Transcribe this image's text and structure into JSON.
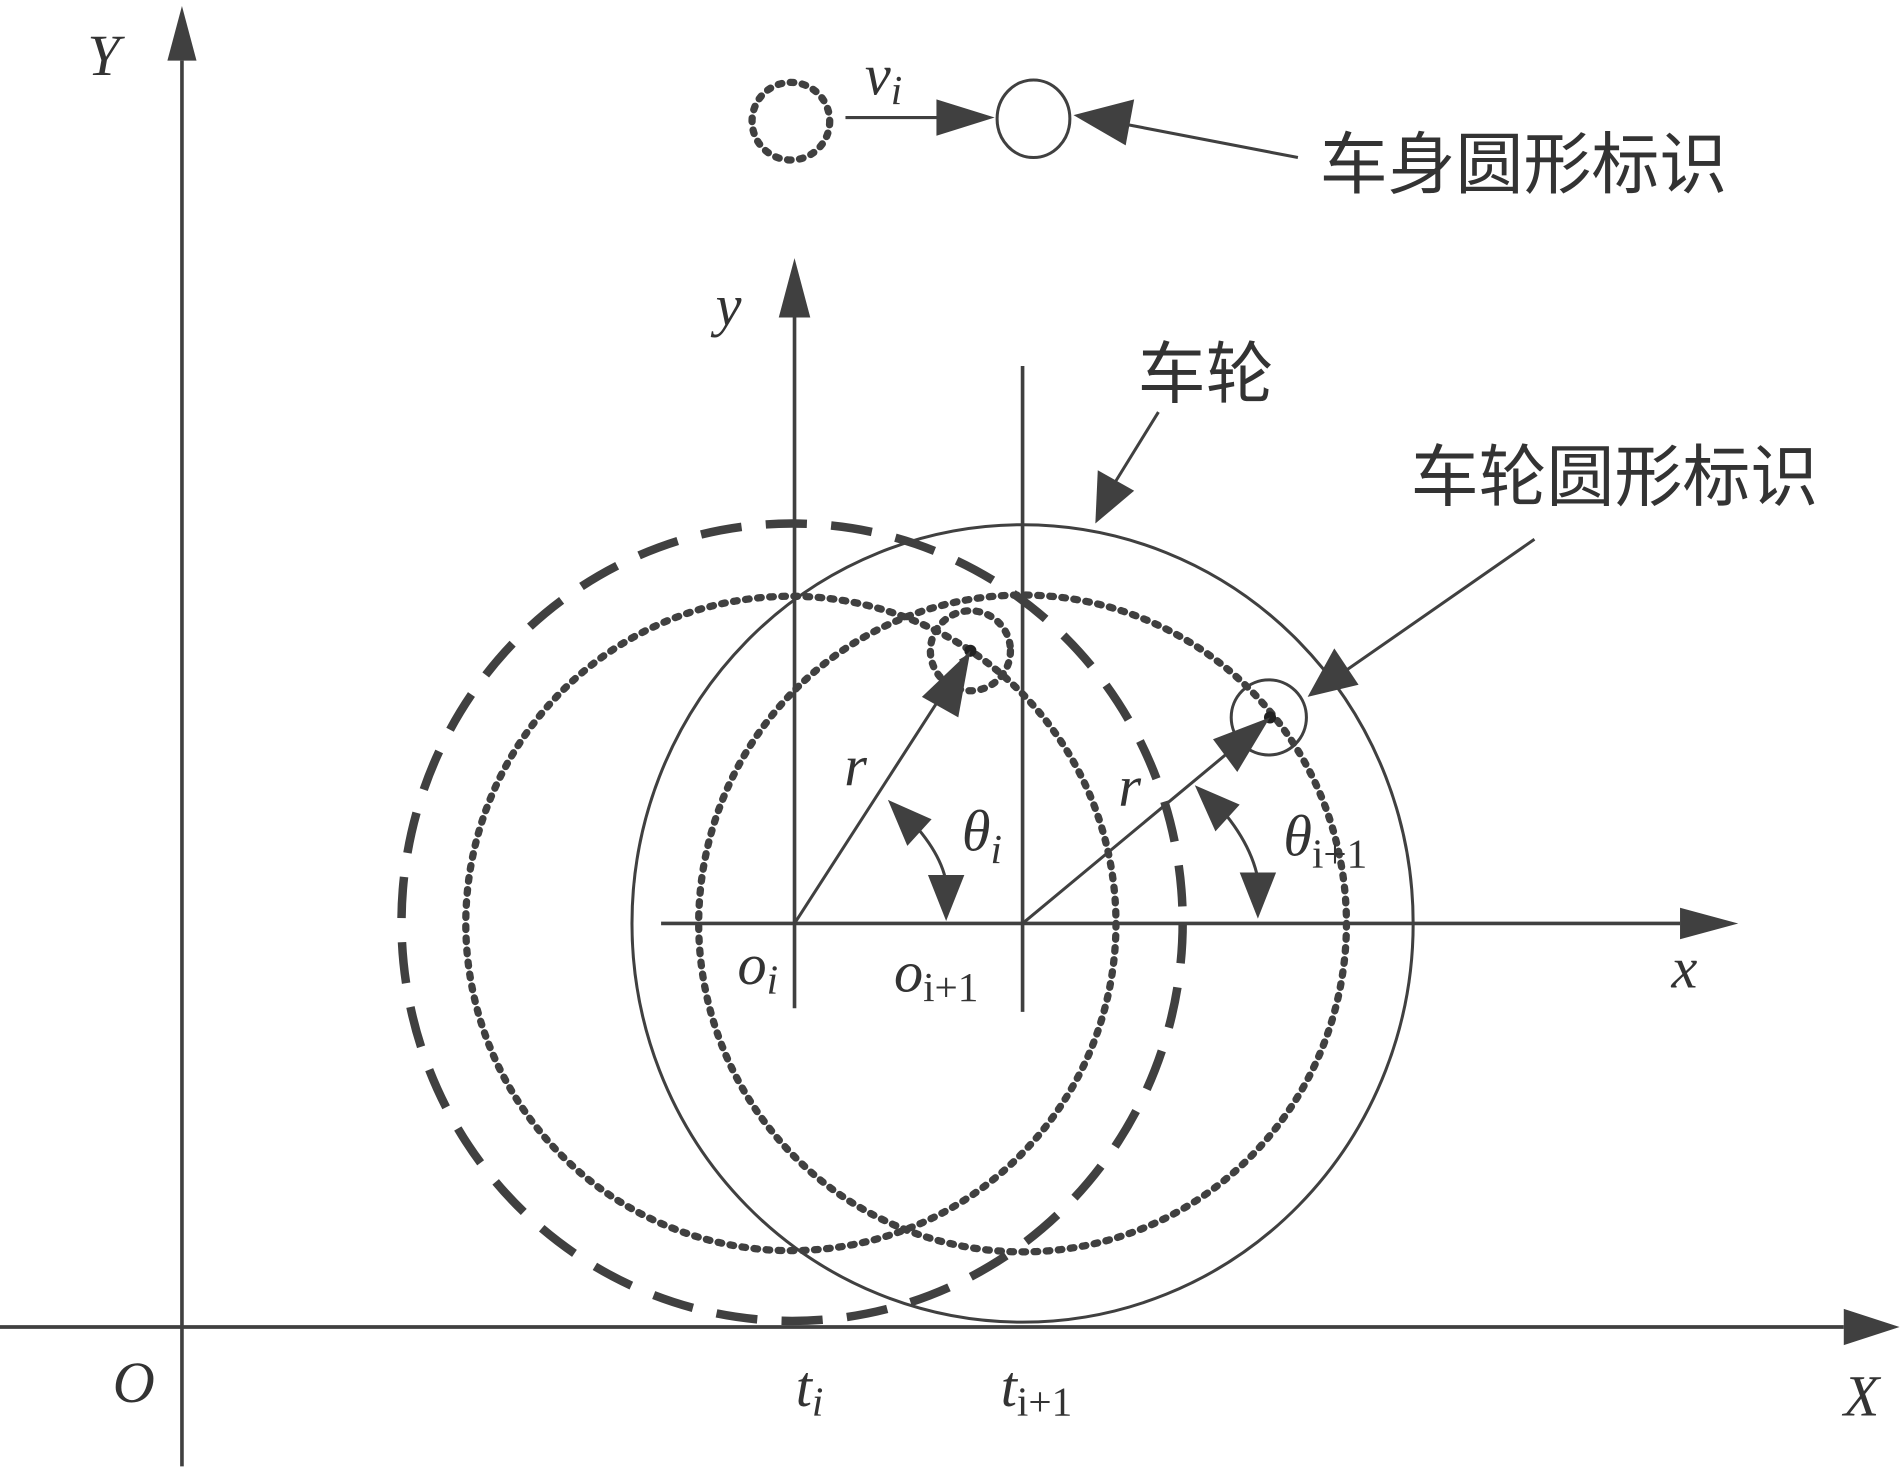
{
  "colors": {
    "stroke": "#404040",
    "text": "#333333"
  },
  "labels": {
    "Y_axis": "Y",
    "X_axis": "X",
    "origin": "O",
    "t_i": "t",
    "t_i_sub": "i",
    "t_i1": "t",
    "t_i1_sub": "i+1",
    "v_i": "v",
    "v_i_sub": "i",
    "body_marker": "车身圆形标识",
    "y_local": "y",
    "x_local": "x",
    "wheel": "车轮",
    "wheel_marker": "车轮圆形标识",
    "o_i": "o",
    "o_i_sub": "i",
    "o_i1": "o",
    "o_i1_sub": "i+1",
    "r1": "r",
    "r2": "r",
    "theta_i": "θ",
    "theta_i_sub": "i",
    "theta_i1": "θ",
    "theta_i1_sub": "i+1"
  }
}
